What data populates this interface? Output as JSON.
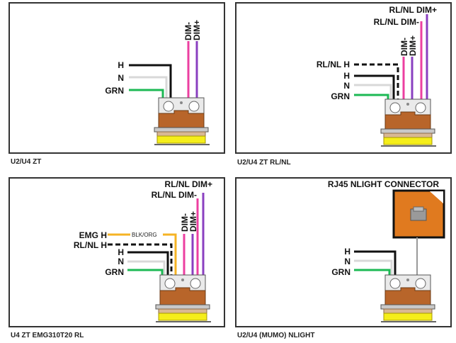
{
  "panels": [
    {
      "caption": "U2/U4 ZT",
      "labels": {
        "h": "H",
        "n": "N",
        "grn": "GRN",
        "dim_minus": "DIM-",
        "dim_plus": "DIM+"
      }
    },
    {
      "caption": "U2/U4 ZT RL/NL",
      "labels": {
        "rlnl_h": "RL/NL H",
        "h": "H",
        "n": "N",
        "grn": "GRN",
        "dim_minus": "DIM-",
        "dim_plus": "DIM+",
        "rlnl_dim_minus": "RL/NL DIM-",
        "rlnl_dim_plus": "RL/NL DIM+"
      }
    },
    {
      "caption": "U4 ZT EMG310T20 RL",
      "labels": {
        "emg_h": "EMG H",
        "blk_org": "BLK/ORG",
        "rlnl_h": "RL/NL H",
        "h": "H",
        "n": "N",
        "grn": "GRN",
        "dim_minus": "DIM-",
        "dim_plus": "DIM+",
        "rlnl_dim_minus": "RL/NL DIM-",
        "rlnl_dim_plus": "RL/NL DIM+"
      }
    },
    {
      "caption": "U2/U4 (MUMO) NLIGHT",
      "labels": {
        "connector_title": "RJ45 NLIGHT CONNECTOR",
        "h": "H",
        "n": "N",
        "grn": "GRN"
      }
    }
  ],
  "colors": {
    "hot": "#111111",
    "neutral": "#d8d8d8",
    "ground": "#1db954",
    "dim_minus": "#ec3fa0",
    "dim_plus": "#8a3fc0",
    "emergency": "#f5b324",
    "driver_body": "#b8652a",
    "driver_base": "#f5ee1a",
    "board": "#e07a1f"
  }
}
